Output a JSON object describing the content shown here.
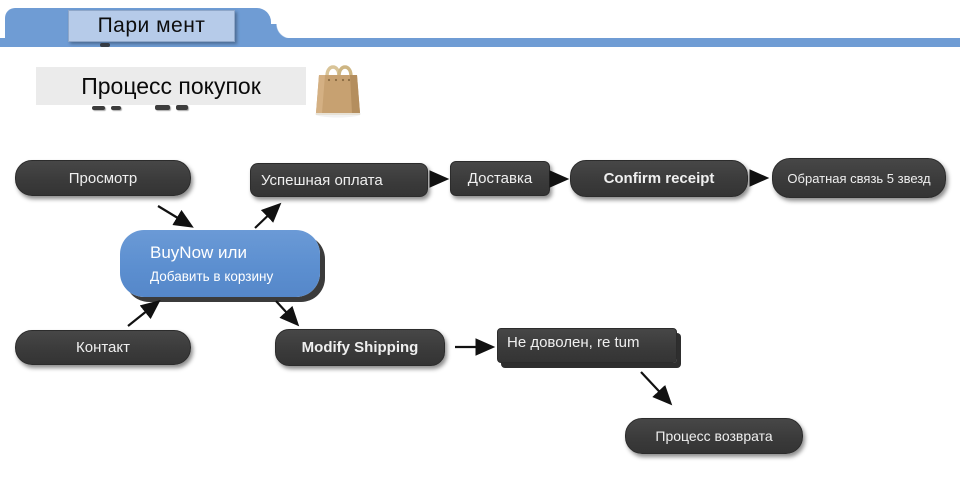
{
  "header": {
    "tab_label": "Пари мент",
    "bar_color": "#6f9cd4",
    "tab_label_bg": "#b6cbe9"
  },
  "title": {
    "text": "Процесс покупок",
    "box_bg": "#ebebeb",
    "icon": "shopping-bag-icon",
    "icon_color": "#c7a171"
  },
  "flowchart": {
    "node_dark_color": "#3b3b3b",
    "node_blue_color": "#5c8fd0",
    "text_color": "#efefef",
    "nodes": {
      "browse": {
        "label": "Просмотр"
      },
      "payment": {
        "label": "Успешная оплата"
      },
      "delivery": {
        "label": "Доставка"
      },
      "confirm": {
        "label": "Confirm receipt"
      },
      "feedback": {
        "label": "Обратная связь 5 звезд"
      },
      "buynow": {
        "label_line1": "BuyNow или",
        "label_line2": "Добавить в корзину"
      },
      "contact": {
        "label": "Контакт"
      },
      "modify": {
        "label": "Modify Shipping"
      },
      "unsatisfied": {
        "label": "Не доволен, re tum"
      },
      "return": {
        "label": "Процесс возврата"
      }
    },
    "edges": [
      "browse -> buynow",
      "buynow -> payment",
      "payment -> delivery",
      "delivery -> confirm",
      "confirm -> feedback",
      "contact -> buynow",
      "buynow -> modify",
      "modify -> unsatisfied",
      "unsatisfied -> return"
    ]
  }
}
